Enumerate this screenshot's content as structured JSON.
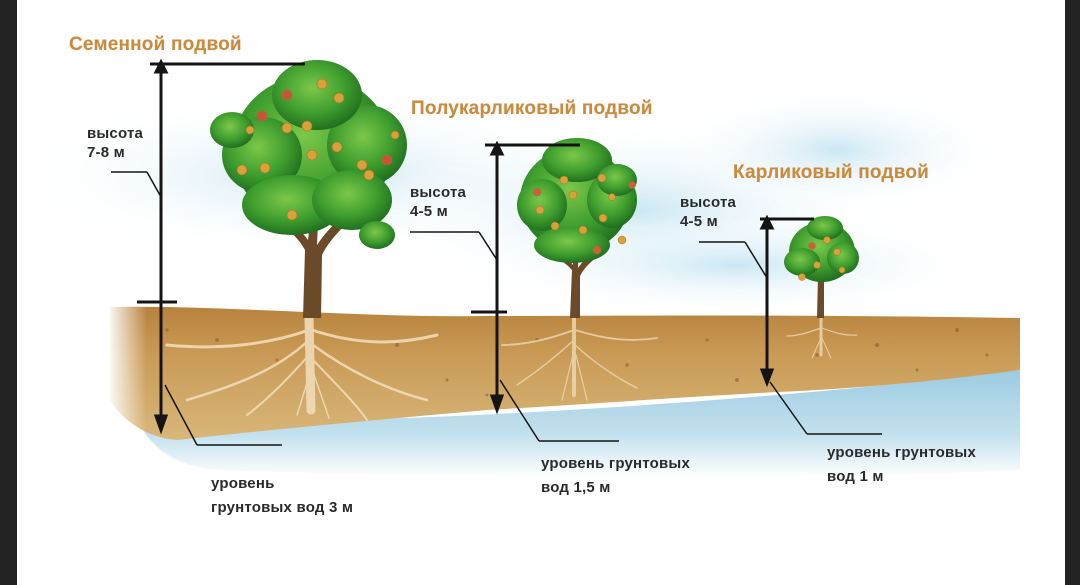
{
  "diagram": {
    "subject": "Rootstock types: tree height vs groundwater level",
    "colors": {
      "title_text": "#c98a3e",
      "label_text": "#2a2a2a",
      "soil": "#c99a55",
      "soil_dark": "#a9783a",
      "water": "#a9d2e6",
      "sky": "#cfe8f3",
      "foliage": "#3f9e2e",
      "trunk": "#6b4a2a",
      "fruit": "#d8a13a",
      "frame": "#232323"
    },
    "rootstocks": [
      {
        "title": "Семенной подвой",
        "height_label_line1": "высота",
        "height_label_line2": "7-8 м",
        "groundwater_label_line1": "уровень",
        "groundwater_label_line2": "грунтовых вод 3 м"
      },
      {
        "title": "Полукарликовый подвой",
        "height_label_line1": "высота",
        "height_label_line2": "4-5 м",
        "groundwater_label_line1": "уровень грунтовых",
        "groundwater_label_line2": "вод 1,5 м"
      },
      {
        "title": "Карликовый подвой",
        "height_label_line1": "высота",
        "height_label_line2": "4-5 м",
        "groundwater_label_line1": "уровень грунтовых",
        "groundwater_label_line2": "вод 1 м"
      }
    ]
  }
}
